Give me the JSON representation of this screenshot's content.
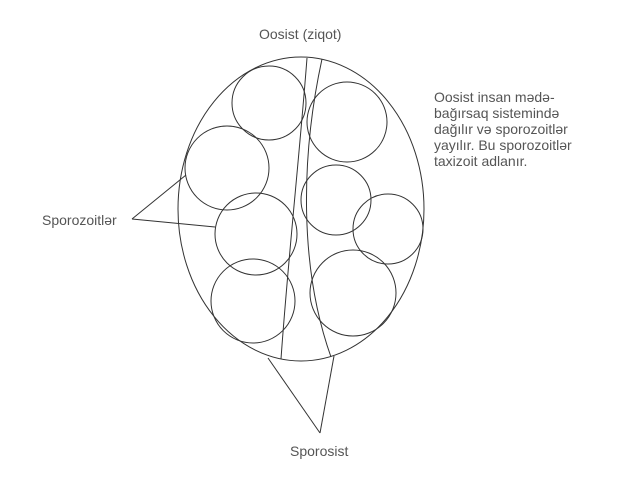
{
  "labels": {
    "oocyst": "Oosist (ziqot)",
    "sporozoites": "Sporozoitlər",
    "sporocyst": "Sporosist"
  },
  "note": {
    "lines": [
      "Oosist insan mədə-",
      "bağırsaq sistemində",
      "dağılır və sporozoitlər",
      "yayılır. Bu sporozoitlər",
      "taxizoit adlanır."
    ]
  },
  "colors": {
    "stroke": "#333333",
    "text": "#555555",
    "background": "#ffffff"
  }
}
